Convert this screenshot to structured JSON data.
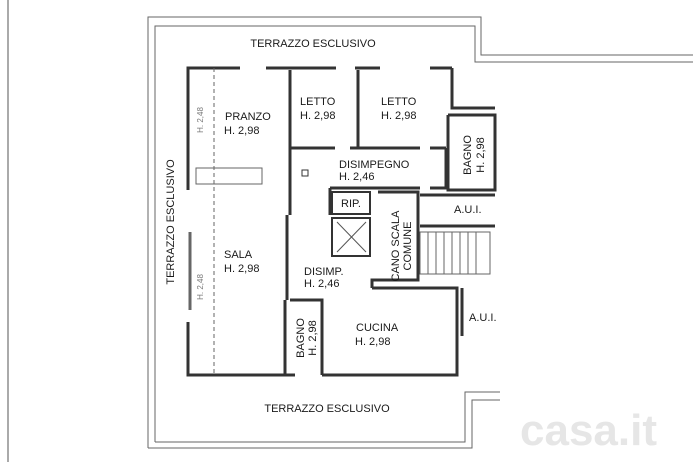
{
  "terraces": {
    "top": "TERRAZZO  ESCLUSIVO",
    "left": "TERRAZZO  ESCLUSIVO",
    "bottom": "TERRAZZO  ESCLUSIVO"
  },
  "rooms": {
    "pranzo": {
      "name": "PRANZO",
      "height": "H. 2,98"
    },
    "letto1": {
      "name": "LETTO",
      "height": "H. 2,98"
    },
    "letto2": {
      "name": "LETTO",
      "height": "H. 2,98"
    },
    "bagno_top": {
      "name": "BAGNO",
      "height": "H. 2,98"
    },
    "disimpegno": {
      "name": "DISIMPEGNO",
      "height": "H. 2,46"
    },
    "rip": {
      "name": "RIP."
    },
    "aui_top": {
      "name": "A.U.I."
    },
    "cano_scala": {
      "line1": "CANO SCALA",
      "line2": "COMUNE"
    },
    "sala": {
      "name": "SALA",
      "height": "H. 2,98"
    },
    "disimp": {
      "name": "DISIMP.",
      "height": "H. 2,46"
    },
    "bagno_bottom": {
      "name": "BAGNO",
      "height": "H. 2,98"
    },
    "cucina": {
      "name": "CUCINA",
      "height": "H. 2,98"
    },
    "aui_bottom": {
      "name": "A.U.I."
    }
  },
  "heights": {
    "sloped_top": "H. 2,48",
    "sloped_bottom": "H. 2,48"
  },
  "watermark": "casa.it",
  "colors": {
    "wall": "#333333",
    "line": "#555555"
  }
}
